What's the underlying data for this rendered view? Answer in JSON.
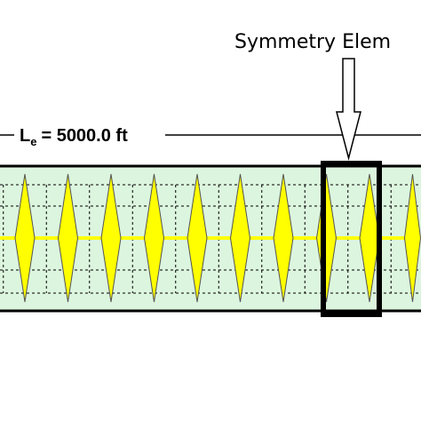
{
  "callout": {
    "label": "Symmetry Elem"
  },
  "length_label": {
    "symbol": "L",
    "subscript": "e",
    "value": "= 5000.0  ft"
  },
  "colors": {
    "strip_fill": "#dcf5de",
    "outline": "#000000",
    "wave": "#ffff00",
    "wave_outline": "#555555",
    "centerline": "#ffff00",
    "dashed": "#000000"
  },
  "elements": {
    "highlighted_index": 10
  }
}
